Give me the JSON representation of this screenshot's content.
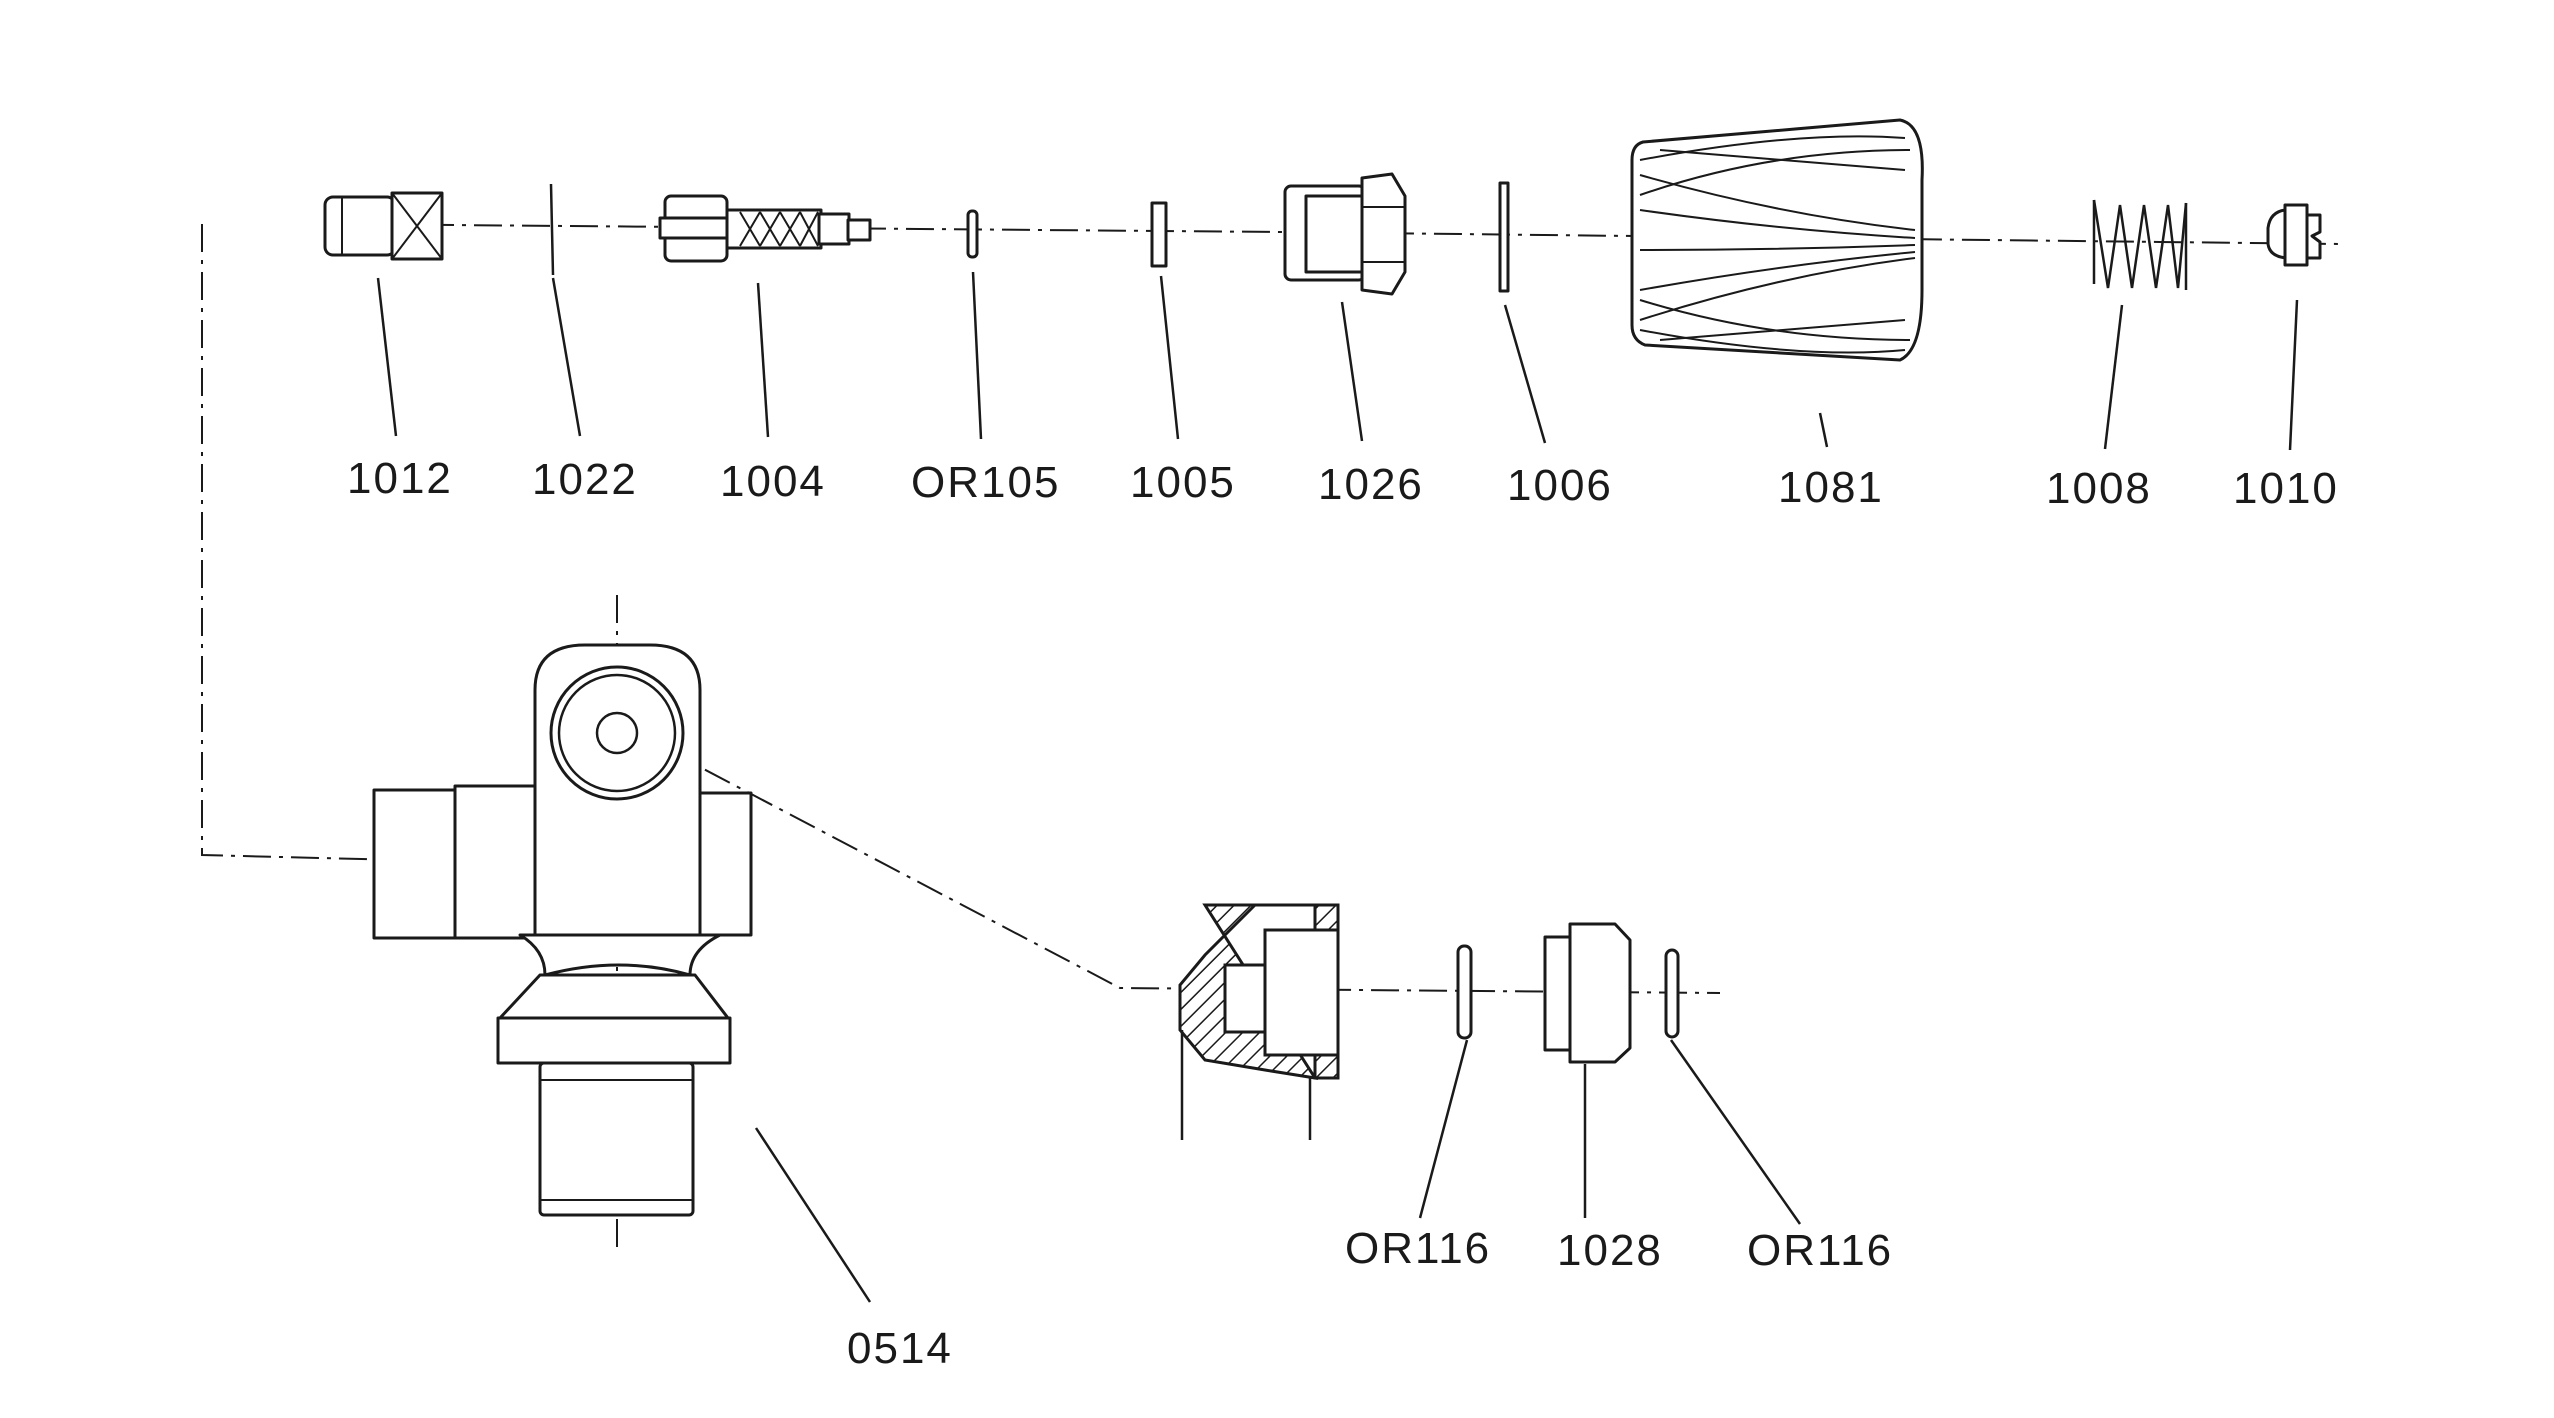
{
  "labels": {
    "p1012": "1012",
    "p1022": "1022",
    "p1004": "1004",
    "or105": "OR105",
    "p1005": "1005",
    "p1026": "1026",
    "p1006": "1006",
    "p1081": "1081",
    "p1008": "1008",
    "p1010": "1010",
    "p0514": "0514",
    "or116a": "OR116",
    "p1028": "1028",
    "or116b": "OR116"
  }
}
